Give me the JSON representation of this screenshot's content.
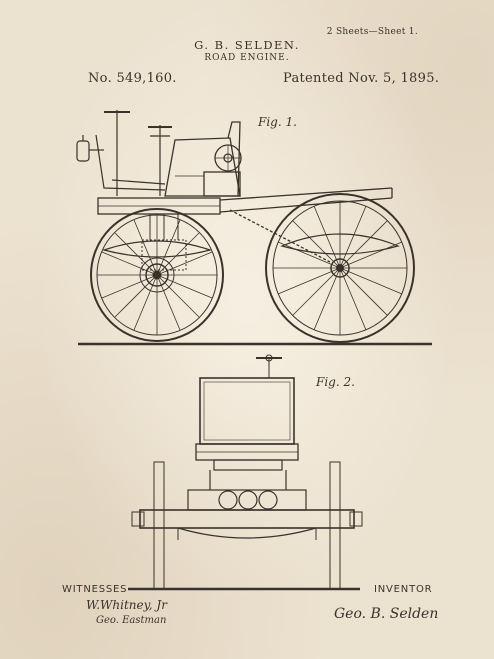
{
  "header": {
    "sheets": "2 Sheets—Sheet 1.",
    "inventor_name": "G. B. SELDEN.",
    "title": "ROAD ENGINE.",
    "patent_number": "No. 549,160.",
    "patent_date": "Patented Nov. 5, 1895."
  },
  "figures": {
    "fig1": "Fig. 1.",
    "fig2": "Fig. 2."
  },
  "footer": {
    "witnesses_label": "WITNESSES",
    "inventor_label": "INVENTOR",
    "witness_signature_1": "W.Whitney, Jr",
    "witness_signature_2": "Geo. Eastman",
    "inventor_signature": "Geo. B. Selden"
  },
  "colors": {
    "paper": "#ece2d0",
    "ink": "#3a332b"
  }
}
